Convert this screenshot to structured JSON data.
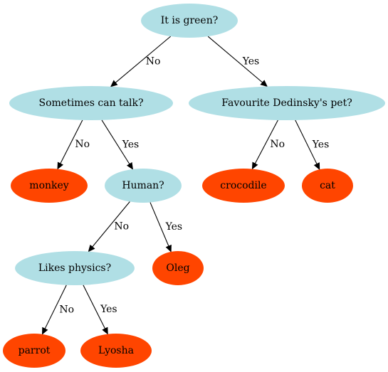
{
  "colors": {
    "question": "#b0dfe5",
    "answer": "#ff4500",
    "edge": "#000000",
    "background": "#ffffff"
  },
  "nodes": [
    {
      "id": "n-green",
      "label": "It is green?",
      "kind": "question"
    },
    {
      "id": "n-talk",
      "label": "Sometimes can talk?",
      "kind": "question"
    },
    {
      "id": "n-pet",
      "label": "Favourite Dedinsky's pet?",
      "kind": "question"
    },
    {
      "id": "n-monkey",
      "label": "monkey",
      "kind": "answer"
    },
    {
      "id": "n-human",
      "label": "Human?",
      "kind": "question"
    },
    {
      "id": "n-croc",
      "label": "crocodile",
      "kind": "answer"
    },
    {
      "id": "n-cat",
      "label": "cat",
      "kind": "answer"
    },
    {
      "id": "n-physics",
      "label": "Likes physics?",
      "kind": "question"
    },
    {
      "id": "n-oleg",
      "label": "Oleg",
      "kind": "answer"
    },
    {
      "id": "n-parrot",
      "label": "parrot",
      "kind": "answer"
    },
    {
      "id": "n-lyosha",
      "label": "Lyosha",
      "kind": "answer"
    }
  ],
  "edges": [
    {
      "from": "n-green",
      "to": "n-talk",
      "label": "No"
    },
    {
      "from": "n-green",
      "to": "n-pet",
      "label": "Yes"
    },
    {
      "from": "n-talk",
      "to": "n-monkey",
      "label": "No"
    },
    {
      "from": "n-talk",
      "to": "n-human",
      "label": "Yes"
    },
    {
      "from": "n-pet",
      "to": "n-croc",
      "label": "No"
    },
    {
      "from": "n-pet",
      "to": "n-cat",
      "label": "Yes"
    },
    {
      "from": "n-human",
      "to": "n-physics",
      "label": "No"
    },
    {
      "from": "n-human",
      "to": "n-oleg",
      "label": "Yes"
    },
    {
      "from": "n-physics",
      "to": "n-parrot",
      "label": "No"
    },
    {
      "from": "n-physics",
      "to": "n-lyosha",
      "label": "Yes"
    }
  ]
}
